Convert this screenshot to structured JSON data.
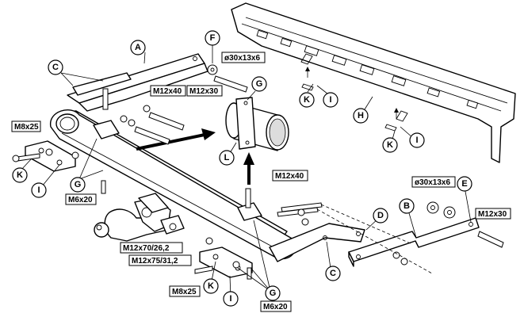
{
  "part_labels": {
    "A": "A",
    "B": "B",
    "C_top": "C",
    "C_bottom": "C",
    "D": "D",
    "E": "E",
    "F": "F",
    "G_left": "G",
    "G_top": "G",
    "G_bottom": "G",
    "H": "H",
    "I_left": "I",
    "I_bottom": "I",
    "I_rail_1": "I",
    "I_rail_2": "I",
    "K_left": "K",
    "K_bottom": "K",
    "K_rail_1": "K",
    "K_rail_2": "K",
    "L": "L"
  },
  "bolt_specs": {
    "m8x25_left": "M8x25",
    "m6x20_left": "M6x20",
    "m12x40_top": "M12x40",
    "m12x30_top": "M12x30",
    "washer_top": "ø30x13x6",
    "m12x40_right": "M12x40",
    "washer_right": "ø30x13x6",
    "m12x30_right": "M12x30",
    "m12x70": "M12x70/26,2",
    "m12x75": "M12x75/31,2",
    "m8x25_bottom": "M8x25",
    "m6x20_bottom": "M6x20"
  }
}
